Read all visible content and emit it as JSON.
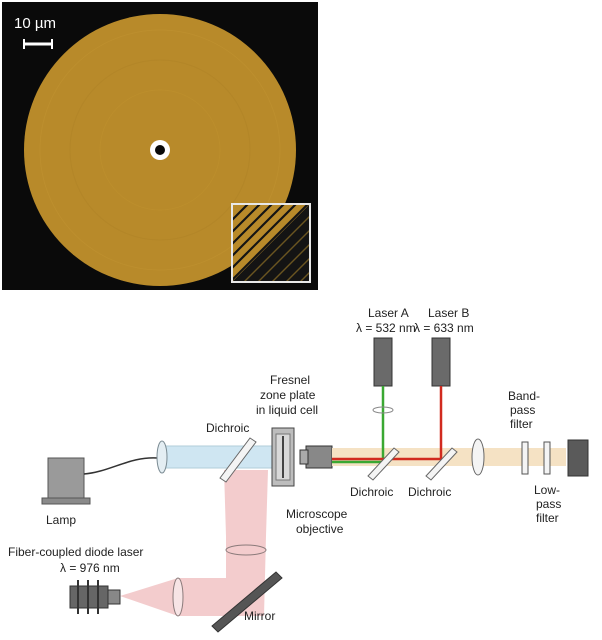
{
  "micrograph": {
    "scale_bar_label": "10 µm"
  },
  "setup": {
    "laser_a": {
      "name": "Laser A",
      "wavelength": "λ = 532 nm"
    },
    "laser_b": {
      "name": "Laser B",
      "wavelength": "λ = 633 nm"
    },
    "zone_plate": [
      "Fresnel",
      "zone plate",
      "in liquid cell"
    ],
    "dichroic_label": "Dichroic",
    "bandpass_filter": [
      "Band-",
      "pass",
      "filter"
    ],
    "lowpass_filter": [
      "Low-",
      "pass",
      "filter"
    ],
    "lamp_label": "Lamp",
    "microscope_objective": [
      "Microscope",
      "objective"
    ],
    "diode_laser": {
      "name": "Fiber-coupled diode laser",
      "wavelength": "λ = 976 nm"
    },
    "mirror_label": "Mirror"
  },
  "colors": {
    "zone_plate_gold": "#b88a2a",
    "background_black": "#0a0a0a",
    "green_beam": "#3aa832",
    "red_beam": "#d12a1f",
    "pink_beam": "#f2c6c8",
    "blue_beam": "#cfe6f2",
    "orange_beam": "#f5e2c4"
  }
}
